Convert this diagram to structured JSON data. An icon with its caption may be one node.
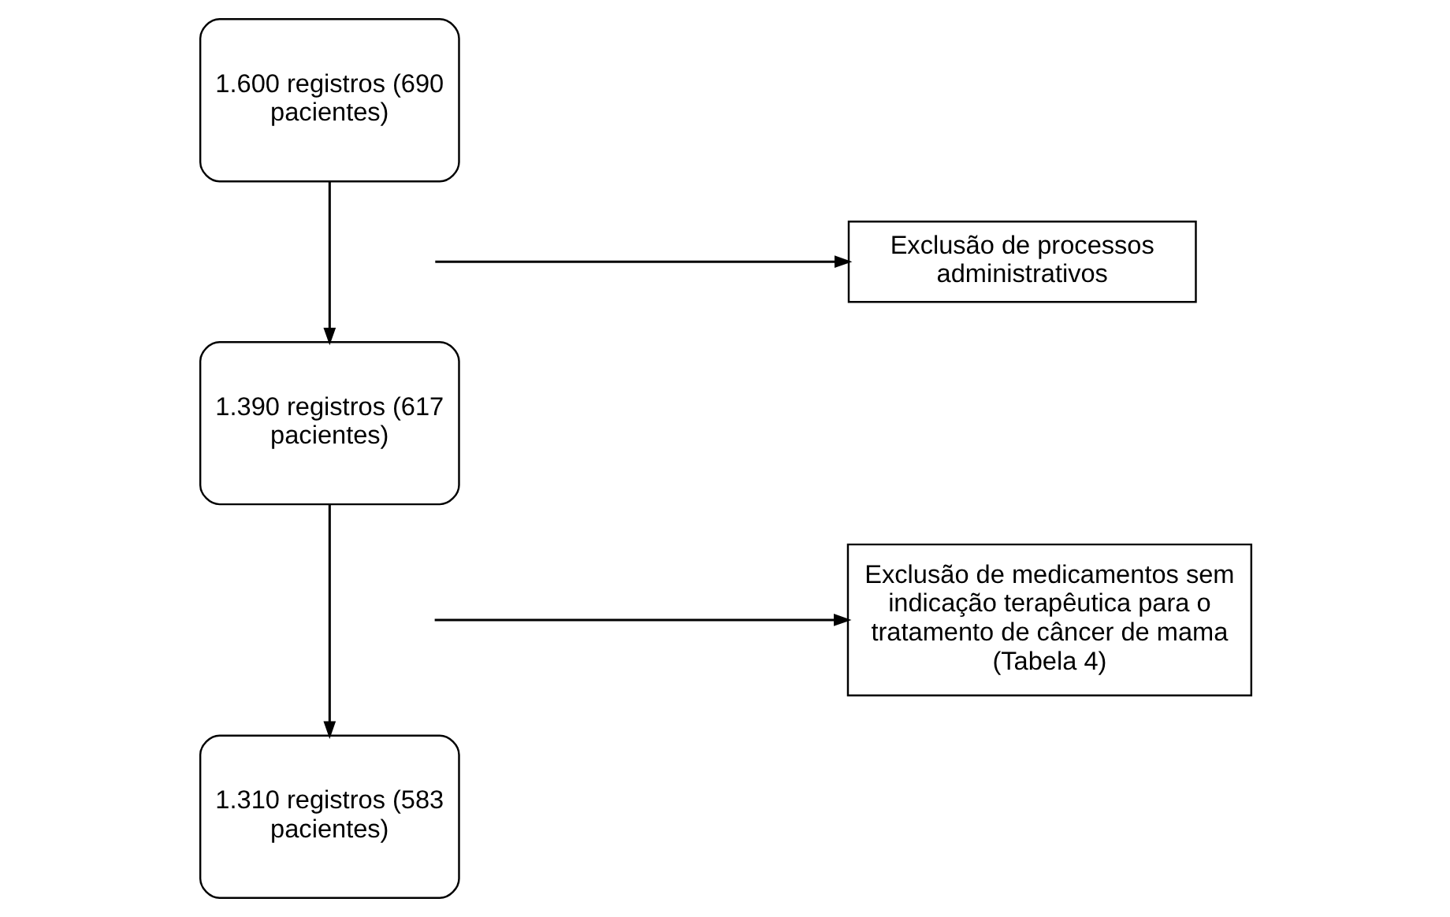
{
  "diagram": {
    "nodes": [
      {
        "text": [
          "1.600 registros (690 pacientes)"
        ]
      },
      {
        "text": [
          "1.390 registros (617 pacientes)"
        ]
      },
      {
        "text": [
          "1.310 registros (583 pacientes)"
        ]
      },
      {
        "text": [
          "Exclusão de processos administrativos"
        ]
      },
      {
        "text": [
          "Exclusão de medicamentos sem indicação terapêutica para o tratamento de câncer de mama (Tabela 4)"
        ]
      }
    ],
    "edges": [
      {
        "from": 0,
        "to": 1,
        "arrow": "to"
      },
      {
        "from": 1,
        "to": 2,
        "arrow": "to"
      },
      {
        "from": null,
        "to": 3,
        "arrow": "to"
      },
      {
        "from": null,
        "to": 4,
        "arrow": "to"
      }
    ]
  }
}
